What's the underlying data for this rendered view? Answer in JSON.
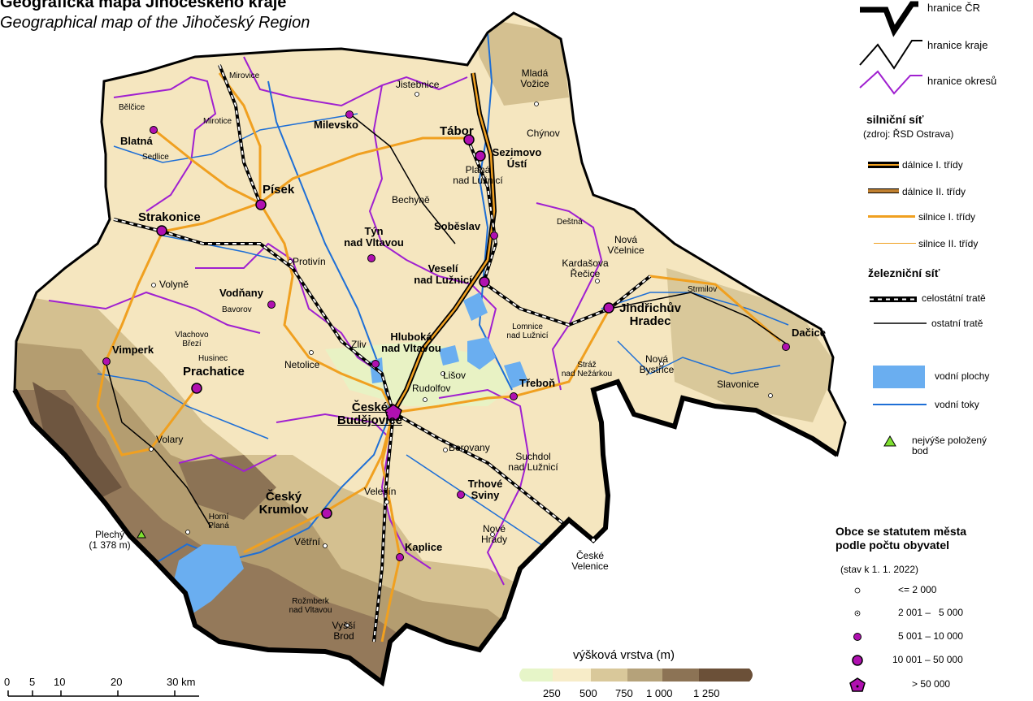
{
  "title": "Geografická mapa Jihočeského kraje",
  "subtitle": "Geographical map of the Jihočeský Region",
  "legend": {
    "borders": [
      "hranice ČR",
      "hranice kraje",
      "hranice okresů"
    ],
    "roads_title": "silniční síť",
    "roads_source": "(zdroj: ŘSD Ostrava)",
    "roads": [
      "dálnice I. třídy",
      "dálnice II. třídy",
      "silnice I. třídy",
      "silnice II. třídy"
    ],
    "rail_title": "železniční síť",
    "rail": [
      "celostátní tratě",
      "ostatní tratě"
    ],
    "water": [
      "vodní plochy",
      "vodní toky"
    ],
    "peak": [
      "nejvýše položený",
      "bod"
    ],
    "towns_title": [
      "Obce se statutem města",
      "podle počtu obyvatel"
    ],
    "towns_date": "(stav k 1. 1. 2022)",
    "towns_classes": [
      "<= 2 000",
      "2 001 –   5 000",
      "5 001 – 10 000",
      "10 001 – 50 000",
      "> 50 000"
    ],
    "elevation_title": "výšková vrstva (m)",
    "elevation_ticks": [
      "250",
      "500",
      "750",
      "1 000",
      "1 250"
    ],
    "elevation_colors": [
      "#e6f5c8",
      "#f7ecc8",
      "#d9c89a",
      "#b5a27a",
      "#8c7355",
      "#6b5038"
    ],
    "scale_ticks": [
      "0",
      "5",
      "10",
      "20",
      "30 km"
    ]
  },
  "colors": {
    "water": "#6aaef0",
    "river": "#1e6fd6",
    "district": "#a020d0",
    "road1": "#f0a020",
    "town": "#b010b0"
  },
  "cities": {
    "big": [
      "Písek",
      "Strakonice",
      "Tábor",
      "Jindřichův",
      "Hradec",
      "České",
      "Budějovice",
      "Český",
      "Krumlov",
      "Prachatice"
    ],
    "mid": [
      "Milevsko",
      "Blatná",
      "Vodňany",
      "Týn",
      "nad Vltavou",
      "Soběslav",
      "Veselí",
      "nad Lužnicí",
      "Hluboká",
      "nad Vltavou",
      "Sezimovo",
      "Ústí",
      "Vimperk",
      "Třeboň",
      "Dačice",
      "Trhové",
      "Sviny",
      "Kaplice"
    ],
    "sm": [
      "Mladá",
      "Vožice",
      "Chýnov",
      "Jistebnice",
      "Planá",
      "nad Lužnicí",
      "Bechyně",
      "Protivín",
      "Volyně",
      "Netolice",
      "Zliv",
      "Lišov",
      "Rudolfov",
      "Borovany",
      "Suchdol",
      "nad Lužnicí",
      "Nová",
      "Včelnice",
      "Kardašova",
      "Řečice",
      "Nová",
      "Bystřice",
      "Slavonice",
      "Volary",
      "Velešín",
      "Nové",
      "Hrady",
      "Vyšší",
      "Brod",
      "Větřní",
      "České",
      "Velenice",
      "Plechý",
      "(1 378 m)"
    ],
    "xs": [
      "Mirovice",
      "Mirotice",
      "Bělčice",
      "Sedlice",
      "Bavorov",
      "Vlachovo",
      "Březí",
      "Husinec",
      "Deštná",
      "Strmilov",
      "Lomnice",
      "nad Lužnicí",
      "Stráž",
      "nad Nežárkou",
      "Horní",
      "Planá",
      "Rožmberk",
      "nad Vltavou"
    ]
  }
}
